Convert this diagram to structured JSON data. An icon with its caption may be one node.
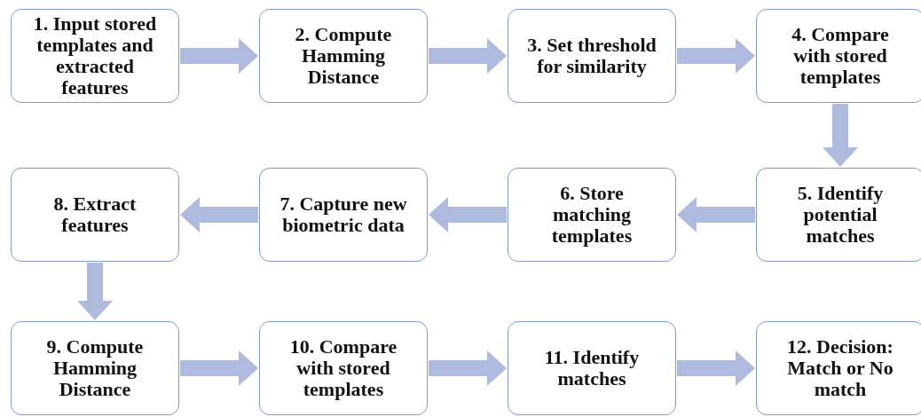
{
  "diagram": {
    "nodes": [
      {
        "text": [
          "1. Input stored templates and extracted features"
        ]
      },
      {
        "text": [
          "2. Compute Hamming Distance"
        ]
      },
      {
        "text": [
          "3. Set threshold for similarity"
        ]
      },
      {
        "text": [
          "4. Compare with stored templates"
        ]
      },
      {
        "text": [
          "5. Identify potential matches"
        ]
      },
      {
        "text": [
          "6. Store matching templates"
        ]
      },
      {
        "text": [
          "7. Capture new biometric data"
        ]
      },
      {
        "text": [
          "8. Extract features"
        ]
      },
      {
        "text": [
          "9. Compute Hamming Distance"
        ]
      },
      {
        "text": [
          "10. Compare with stored templates"
        ]
      },
      {
        "text": [
          "11. Identify matches"
        ]
      },
      {
        "text": [
          "12. Decision: Match or No match"
        ]
      }
    ],
    "edges": [
      {
        "from": 0,
        "to": 1,
        "arrow": "to"
      },
      {
        "from": 1,
        "to": 2,
        "arrow": "to"
      },
      {
        "from": 2,
        "to": 3,
        "arrow": "to"
      },
      {
        "from": 3,
        "to": 4,
        "arrow": "to"
      },
      {
        "from": 4,
        "to": 5,
        "arrow": "to"
      },
      {
        "from": 5,
        "to": 6,
        "arrow": "to"
      },
      {
        "from": 6,
        "to": 7,
        "arrow": "to"
      },
      {
        "from": 7,
        "to": 8,
        "arrow": "to"
      },
      {
        "from": 8,
        "to": 9,
        "arrow": "to"
      },
      {
        "from": 9,
        "to": 10,
        "arrow": "to"
      },
      {
        "from": 10,
        "to": 11,
        "arrow": "to"
      }
    ]
  }
}
